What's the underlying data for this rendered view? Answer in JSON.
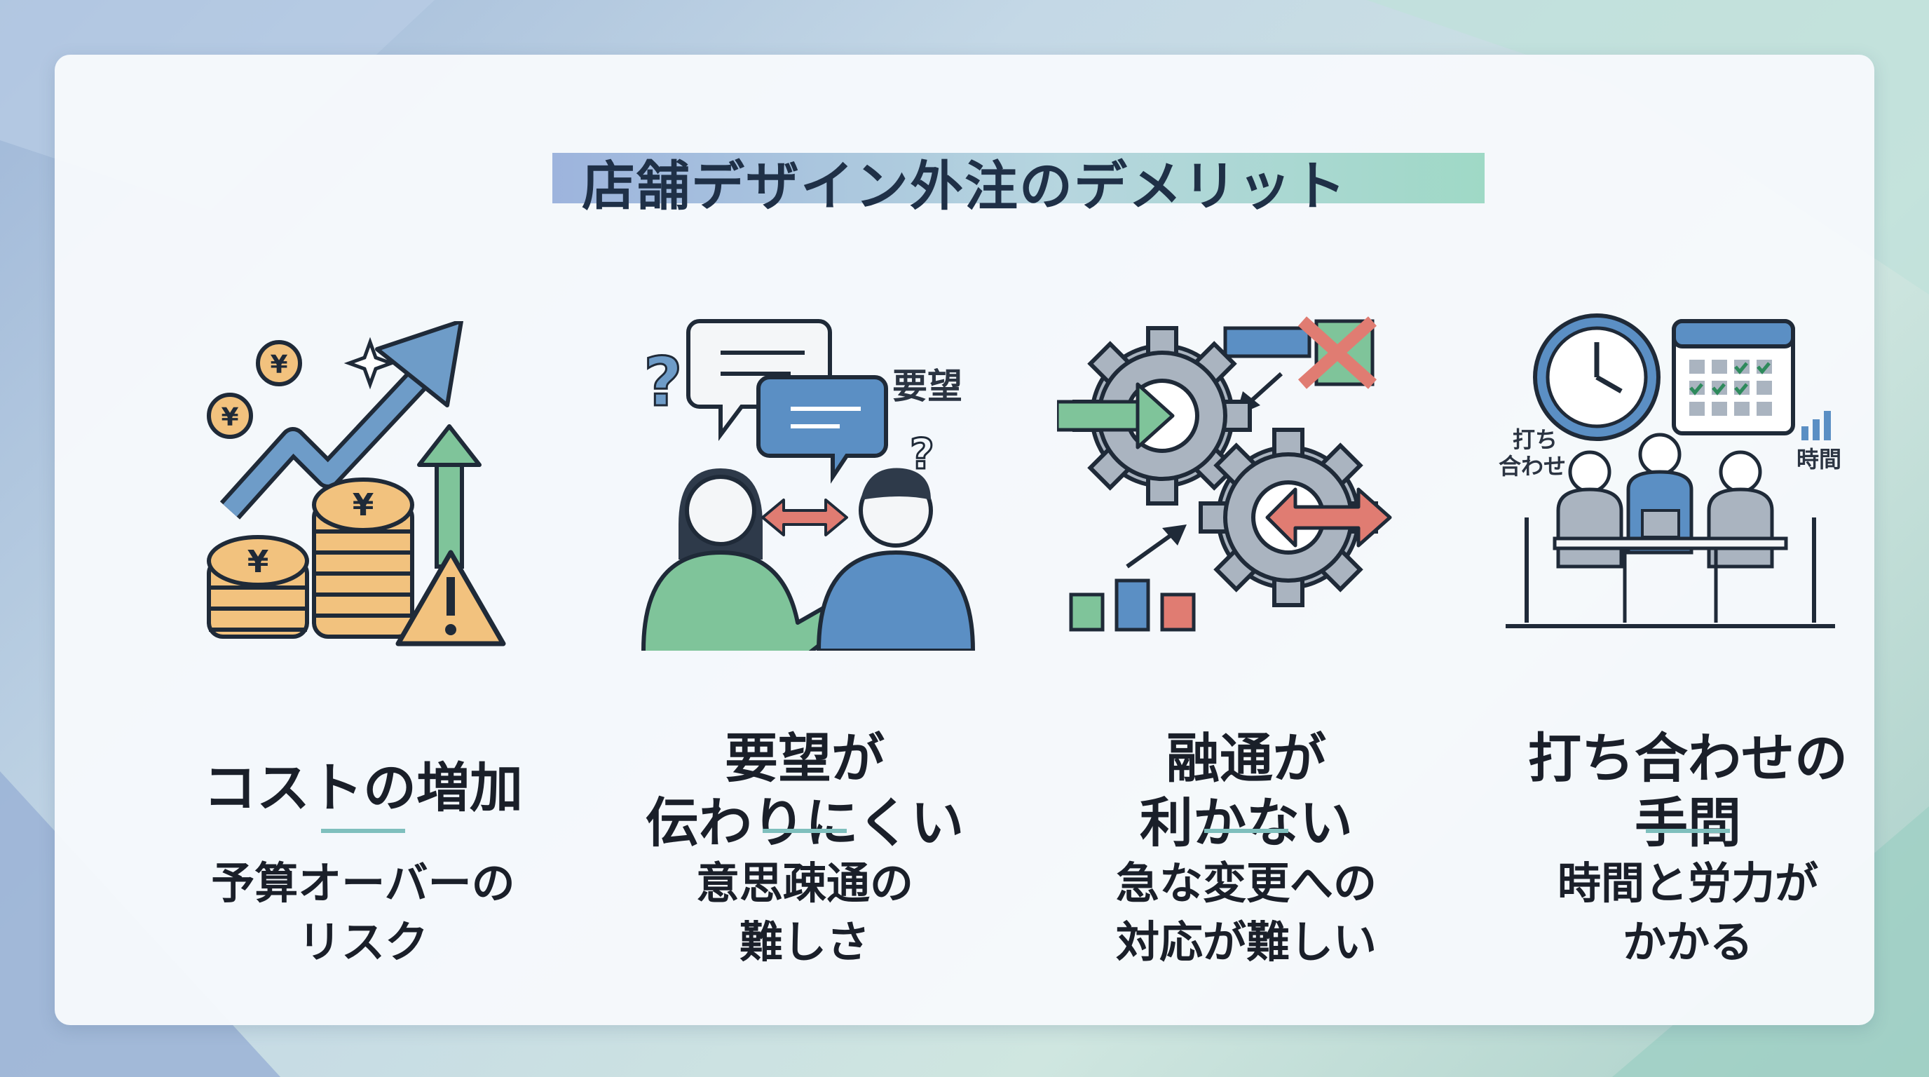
{
  "title": "店舗デザイン外注のデメリット",
  "items": [
    {
      "heading_lines": [
        "コストの増加"
      ],
      "desc_lines": [
        "予算オーバーの",
        "リスク"
      ],
      "icon": "rising-cost-coins-icon"
    },
    {
      "heading_lines": [
        "要望が",
        "伝わりにくい"
      ],
      "desc_lines": [
        "意思疎通の",
        "難しさ"
      ],
      "icon": "miscommunication-icon",
      "icon_label": "要望"
    },
    {
      "heading_lines": [
        "融通が",
        "利かない"
      ],
      "desc_lines": [
        "急な変更への",
        "対応が難しい"
      ],
      "icon": "rigid-gears-icon"
    },
    {
      "heading_lines": [
        "打ち合わせの",
        "手間"
      ],
      "desc_lines": [
        "時間と労力が",
        "かかる"
      ],
      "icon": "meeting-time-icon",
      "icon_label_left_1": "打ち",
      "icon_label_left_2": "合わせ",
      "icon_label_right": "時間"
    }
  ],
  "colors": {
    "title_bar_start": "#9db4dd",
    "title_bar_end": "#9fd9c6",
    "divider": "#7fbfbd",
    "text": "#1a1f29",
    "green": "#7fc49a",
    "blue": "#5b8fc4",
    "coral": "#e07c72",
    "gold": "#f2c27e",
    "gray": "#aab4c0"
  }
}
